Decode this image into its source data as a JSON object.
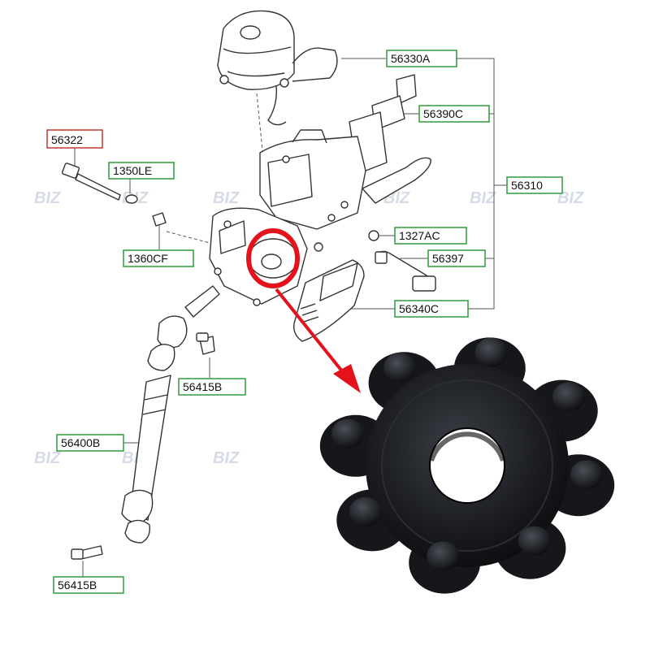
{
  "diagram": {
    "watermark_text": "BIZ",
    "highlight_color": "#e3121b",
    "label_box_color": "#2e9c3a",
    "alt_label_box_color": "#c0392b",
    "labels": [
      {
        "id": "56330a",
        "text": "56330A",
        "color": "#2e9c3a"
      },
      {
        "id": "56390c",
        "text": "56390C",
        "color": "#2e9c3a"
      },
      {
        "id": "56322",
        "text": "56322",
        "color": "#c0392b"
      },
      {
        "id": "1350le",
        "text": "1350LE",
        "color": "#2e9c3a"
      },
      {
        "id": "56310",
        "text": "56310",
        "color": "#2e9c3a"
      },
      {
        "id": "1327ac",
        "text": "1327AC",
        "color": "#2e9c3a"
      },
      {
        "id": "1360cf",
        "text": "1360CF",
        "color": "#2e9c3a"
      },
      {
        "id": "56397",
        "text": "56397",
        "color": "#2e9c3a"
      },
      {
        "id": "56340c",
        "text": "56340C",
        "color": "#2e9c3a"
      },
      {
        "id": "56415b-upper",
        "text": "56415B",
        "color": "#2e9c3a"
      },
      {
        "id": "56400b",
        "text": "56400B",
        "color": "#2e9c3a"
      },
      {
        "id": "56415b-lower",
        "text": "56415B",
        "color": "#2e9c3a"
      }
    ]
  }
}
